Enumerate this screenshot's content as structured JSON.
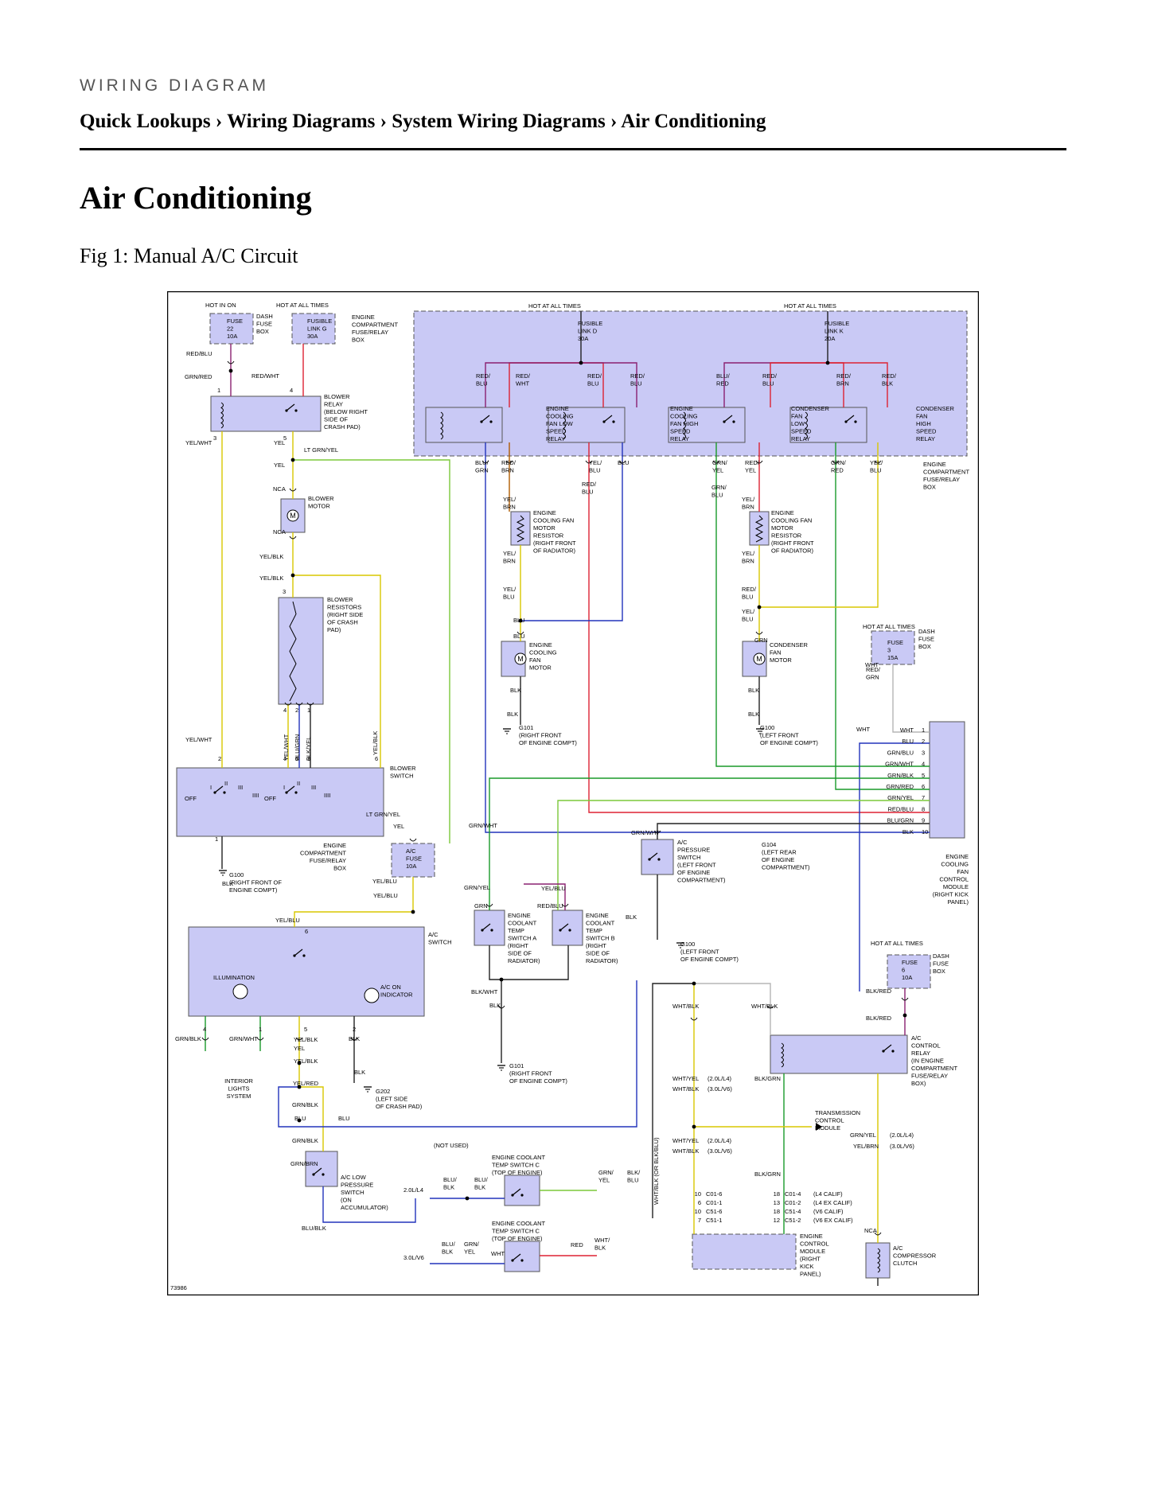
{
  "header": {
    "kicker": "WIRING DIAGRAM",
    "breadcrumb": [
      "Quick Lookups",
      "Wiring Diagrams",
      "System Wiring Diagrams",
      "Air Conditioning"
    ],
    "separator": "›"
  },
  "page_title": "Air Conditioning",
  "figure_caption": "Fig 1: Manual A/C Circuit",
  "diagram": {
    "figure_number": "73986",
    "power_labels": {
      "hot_in_on": "HOT IN ON",
      "hot_at_all_times": "HOT AT ALL TIMES"
    },
    "dash_fuse_box": "DASH FUSE BOX",
    "engine_compartment_box": "ENGINE COMPARTMENT FUSE/RELAY BOX",
    "fuse22": [
      "FUSE",
      "22",
      "10A"
    ],
    "fusible_link_g": [
      "FUSIBLE",
      "LINK G",
      "30A"
    ],
    "fusible_link_d": [
      "FUSIBLE",
      "LINK D",
      "30A"
    ],
    "fusible_link_k": [
      "FUSIBLE",
      "LINK K",
      "20A"
    ],
    "fuse3": [
      "FUSE",
      "3",
      "15A"
    ],
    "fuse6": [
      "FUSE",
      "6",
      "10A"
    ],
    "ac_fuse": [
      "A/C",
      "FUSE",
      "10A"
    ],
    "components": {
      "blower_relay": [
        "BLOWER",
        "RELAY",
        "(BELOW RIGHT",
        "SIDE OF",
        "CRASH PAD)"
      ],
      "blower_motor": [
        "BLOWER",
        "MOTOR"
      ],
      "blower_resistors": [
        "BLOWER",
        "RESISTORS",
        "(RIGHT SIDE",
        "OF CRASH",
        "PAD)"
      ],
      "blower_switch": [
        "BLOWER",
        "SWITCH"
      ],
      "ecf_low_relay": [
        "ENGINE",
        "COOLING",
        "FAN LOW",
        "SPEED",
        "RELAY"
      ],
      "ecf_high_relay": [
        "ENGINE",
        "COOLING",
        "FAN HIGH",
        "SPEED",
        "RELAY"
      ],
      "cond_low_relay": [
        "CONDENSER",
        "FAN",
        "LOW",
        "SPEED",
        "RELAY"
      ],
      "cond_high_relay": [
        "CONDENSER",
        "FAN",
        "HIGH",
        "SPEED",
        "RELAY"
      ],
      "ecf_resistor": [
        "ENGINE",
        "COOLING FAN",
        "MOTOR",
        "RESISTOR",
        "(RIGHT FRONT",
        "OF RADIATOR)"
      ],
      "cond_resistor": [
        "ENGINE",
        "COOLING FAN",
        "MOTOR",
        "RESISTOR",
        "(RIGHT FRONT",
        "OF RADIATOR)"
      ],
      "ecf_motor": [
        "ENGINE",
        "COOLING",
        "FAN",
        "MOTOR"
      ],
      "cond_motor": [
        "CONDENSER",
        "FAN",
        "MOTOR"
      ],
      "ecf_control_module": [
        "ENGINE",
        "COOLING",
        "FAN",
        "CONTROL",
        "MODULE",
        "(RIGHT KICK",
        "PANEL)"
      ],
      "ac_pressure_switch": [
        "A/C",
        "PRESSURE",
        "SWITCH",
        "(LEFT FRONT",
        "OF ENGINE",
        "COMPARTMENT)"
      ],
      "coolant_switch_a": [
        "ENGINE",
        "COOLANT",
        "TEMP",
        "SWITCH A",
        "(RIGHT",
        "SIDE OF",
        "RADIATOR)"
      ],
      "coolant_switch_b": [
        "ENGINE",
        "COOLANT",
        "TEMP",
        "SWITCH B",
        "(RIGHT",
        "SIDE OF",
        "RADIATOR)"
      ],
      "ac_switch": [
        "A/C",
        "SWITCH"
      ],
      "illumination": "ILLUMINATION",
      "ac_on_indicator": [
        "A/C ON",
        "INDICATOR"
      ],
      "interior_lights": [
        "INTERIOR",
        "LIGHTS",
        "SYSTEM"
      ],
      "ac_low_pressure": [
        "A/C LOW",
        "PRESSURE",
        "SWITCH",
        "(ON",
        "ACCUMULATOR)"
      ],
      "coolant_switch_c1": [
        "ENGINE COOLANT",
        "TEMP SWITCH C",
        "(TOP OF ENGINE)"
      ],
      "coolant_switch_c2": [
        "ENGINE COOLANT",
        "TEMP SWITCH C",
        "(TOP OF ENGINE)"
      ],
      "ac_control_relay": [
        "A/C",
        "CONTROL",
        "RELAY",
        "(IN ENGINE",
        "COMPARTMENT",
        "FUSE/RELAY",
        "BOX)"
      ],
      "transmission_module": [
        "TRANSMISSION",
        "CONTROL",
        "MODULE"
      ],
      "ecm": [
        "ENGINE",
        "CONTROL",
        "MODULE",
        "(RIGHT",
        "KICK",
        "PANEL)"
      ],
      "compressor_clutch": [
        "A/C",
        "COMPRESSOR",
        "CLUTCH"
      ]
    },
    "grounds": {
      "g100a": [
        "G100",
        "(RIGHT FRONT OF",
        "ENGINE COMPT)"
      ],
      "g101a": [
        "G101",
        "(RIGHT FRONT",
        "OF ENGINE COMPT)"
      ],
      "g100b": [
        "G100",
        "(LEFT FRONT",
        "OF ENGINE COMPT)"
      ],
      "g104": [
        "G104",
        "(LEFT REAR",
        "OF ENGINE",
        "COMPARTMENT)"
      ],
      "g100c": [
        "G100",
        "(LEFT FRONT",
        "OF ENGINE COMPT)"
      ],
      "g202": [
        "G202",
        "(LEFT SIDE",
        "OF CRASH PAD)"
      ],
      "g101b": [
        "G101",
        "(RIGHT FRONT",
        "OF ENGINE COMPT)"
      ]
    },
    "module_pins": [
      {
        "pin": "1",
        "wire": "WHT"
      },
      {
        "pin": "2",
        "wire": "BLU"
      },
      {
        "pin": "3",
        "wire": "GRN/BLU"
      },
      {
        "pin": "4",
        "wire": "GRN/WHT"
      },
      {
        "pin": "5",
        "wire": "GRN/BLK"
      },
      {
        "pin": "6",
        "wire": "GRN/RED"
      },
      {
        "pin": "7",
        "wire": "GRN/YEL"
      },
      {
        "pin": "8",
        "wire": "RED/BLU"
      },
      {
        "pin": "9",
        "wire": "BLU/GRN"
      },
      {
        "pin": "10",
        "wire": "BLK"
      }
    ],
    "ecm_connectors": {
      "left_pins": [
        "10",
        "6",
        "10",
        "7"
      ],
      "left_names": [
        "C01-6",
        "C01-1",
        "C51-6",
        "C51-1"
      ],
      "right_pins": [
        "18",
        "13",
        "18",
        "12"
      ],
      "right_names": [
        "C01-4",
        "C01-2",
        "C51-4",
        "C51-2"
      ],
      "notes": [
        "(L4 CALIF)",
        "(L4 EX CALIF)",
        "(V6 CALIF)",
        "(V6 EX CALIF)"
      ]
    },
    "labels": {
      "yel_wht": "YEL/WHT",
      "yel": "YEL",
      "lt_grn_yel": "LT GRN/YEL",
      "nca": "NCA",
      "yel_blk": "YEL/BLK",
      "red_blu": "RED/BLU",
      "grn_red": "GRN/RED",
      "red_wht": "RED/WHT",
      "blk": "BLK",
      "blu": "BLU",
      "grn": "GRN",
      "wht": "WHT",
      "yel_blu": "YEL/BLU",
      "grn_yel": "GRN/YEL",
      "grn_wht": "GRN/WHT",
      "grn_blk": "GRN/BLK",
      "blk_wht": "BLK/WHT",
      "yel_red": "YEL/RED",
      "grn_brn": "GRN/BRN",
      "blu_blk": "BLU/BLK",
      "blk_red": "BLK/RED",
      "blk_grn": "BLK/GRN",
      "wht_blk": "WHT/BLK",
      "wht_yel": "WHT/YEL",
      "yel_brn": "YEL/BRN",
      "off": "OFF",
      "not_used": "(NOT USED)",
      "l4": "2.0L/L4",
      "v6": "3.0L/V6",
      "wht_yel_l4": "(2.0L/L4)",
      "wht_blk_v6": "(3.0L/V6)",
      "red": "RED",
      "wht_blk_or": "WHT/BLK (OR BLK/BLU)"
    }
  }
}
